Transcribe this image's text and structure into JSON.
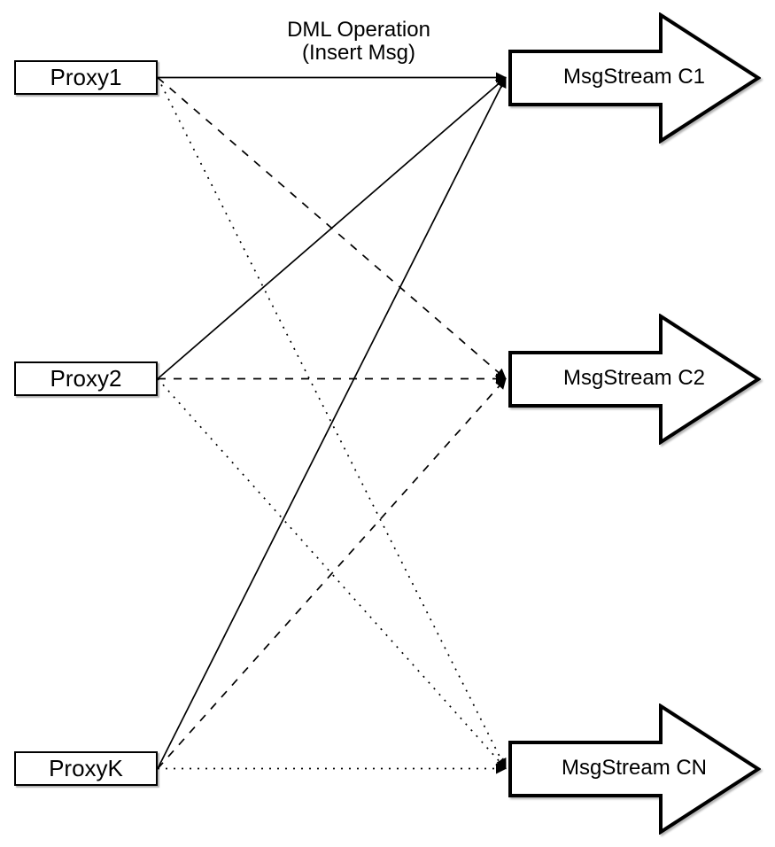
{
  "diagram": {
    "title": {
      "line1": "DML Operation",
      "line2": "(Insert Msg)"
    },
    "colors": {
      "stroke": "#000000",
      "fill": "#ffffff",
      "background": "#ffffff"
    },
    "proxies": [
      {
        "id": "proxy1",
        "label": "Proxy1"
      },
      {
        "id": "proxy2",
        "label": "Proxy2"
      },
      {
        "id": "proxyK",
        "label": "ProxyK"
      }
    ],
    "streams": [
      {
        "id": "c1",
        "label": "MsgStream C1",
        "incoming_edge_style": "solid"
      },
      {
        "id": "c2",
        "label": "MsgStream C2",
        "incoming_edge_style": "dashed"
      },
      {
        "id": "cn",
        "label": "MsgStream CN",
        "incoming_edge_style": "dotted"
      }
    ],
    "edges": [
      {
        "from": "proxy1",
        "to": "c1",
        "style": "solid"
      },
      {
        "from": "proxy2",
        "to": "c1",
        "style": "solid"
      },
      {
        "from": "proxyK",
        "to": "c1",
        "style": "solid"
      },
      {
        "from": "proxy1",
        "to": "c2",
        "style": "dashed"
      },
      {
        "from": "proxy2",
        "to": "c2",
        "style": "dashed"
      },
      {
        "from": "proxyK",
        "to": "c2",
        "style": "dashed"
      },
      {
        "from": "proxy1",
        "to": "cn",
        "style": "dotted"
      },
      {
        "from": "proxy2",
        "to": "cn",
        "style": "dotted"
      },
      {
        "from": "proxyK",
        "to": "cn",
        "style": "dotted"
      }
    ]
  }
}
